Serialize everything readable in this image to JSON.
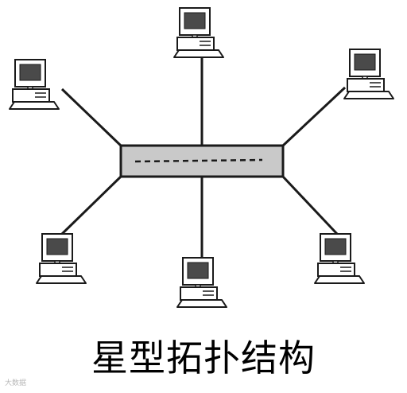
{
  "caption": "星型拓扑结构",
  "watermark": "大数据",
  "colors": {
    "line": "#1a1a1a",
    "hub_fill": "#c9c9c9",
    "screen": "#4a4a4a",
    "computer_body": "#ffffff"
  },
  "diagram": {
    "topology": "star",
    "hub": {
      "dashed_line": true
    },
    "computers": [
      {
        "id": "top"
      },
      {
        "id": "upper-left"
      },
      {
        "id": "upper-right"
      },
      {
        "id": "lower-left"
      },
      {
        "id": "bottom"
      },
      {
        "id": "lower-right"
      }
    ]
  }
}
